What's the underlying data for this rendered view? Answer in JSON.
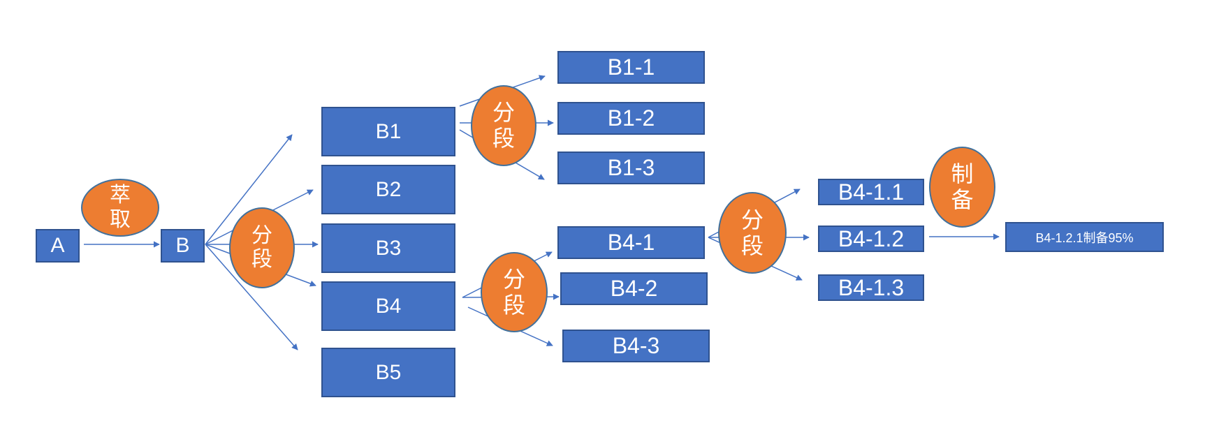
{
  "nodes": {
    "A": "A",
    "B": "B",
    "B1": "B1",
    "B2": "B2",
    "B3": "B3",
    "B4": "B4",
    "B5": "B5",
    "B1_1": "B1-1",
    "B1_2": "B1-2",
    "B1_3": "B1-3",
    "B4_1": "B4-1",
    "B4_2": "B4-2",
    "B4_3": "B4-3",
    "B4_1_1": "B4-1.1",
    "B4_1_2": "B4-1.2",
    "B4_1_3": "B4-1.3",
    "B4_1_2_1": "B4-1.2.1制备95%"
  },
  "process_labels": {
    "extract": "萃\n取",
    "segment_b": "分\n段",
    "segment_b1": "分\n段",
    "segment_b4": "分\n段",
    "segment_b4_1": "分\n段",
    "prepare": "制\n备"
  },
  "colors": {
    "box_fill": "#4472C4",
    "box_border": "#2F528F",
    "process_fill": "#ED7D31",
    "arrow": "#4472C4"
  }
}
